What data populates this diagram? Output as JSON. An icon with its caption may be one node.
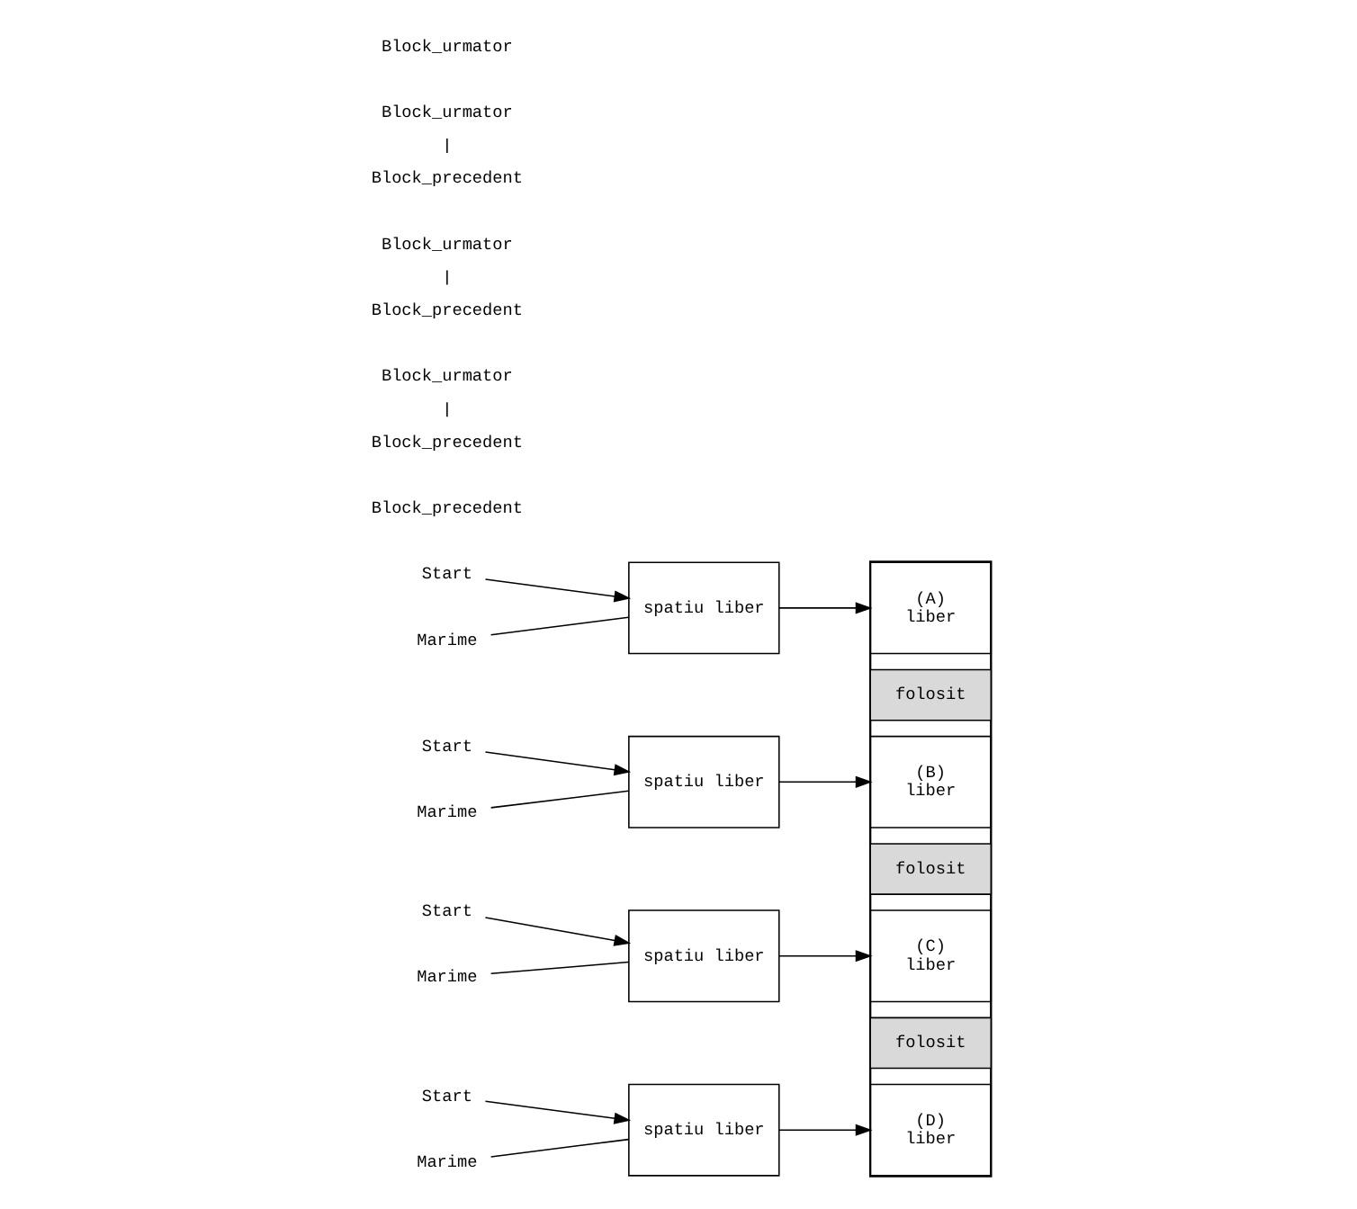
{
  "diagram": {
    "nodes": [
      {
        "text": [
          "Start"
        ]
      },
      {
        "text": [
          "Marime"
        ]
      },
      {
        "text": [
          "Block_precedent"
        ]
      },
      {
        "text": [
          "Block_urmator"
        ]
      },
      {
        "text": [
          "spatiu liber"
        ]
      },
      {
        "text": [
          "Start"
        ]
      },
      {
        "text": [
          "Marime"
        ]
      },
      {
        "text": [
          "Block_precedent"
        ]
      },
      {
        "text": [
          "Block_urmator"
        ]
      },
      {
        "text": [
          "spatiu liber"
        ]
      },
      {
        "text": [
          "Start"
        ]
      },
      {
        "text": [
          "Marime"
        ]
      },
      {
        "text": [
          "Block_precedent"
        ]
      },
      {
        "text": [
          "Block_urmator"
        ]
      },
      {
        "text": [
          "spatiu liber"
        ]
      },
      {
        "text": [
          "Start"
        ]
      },
      {
        "text": [
          "Marime"
        ]
      },
      {
        "text": [
          "Block_precedent"
        ]
      },
      {
        "text": [
          "Block_urmator"
        ]
      },
      {
        "text": [
          "spatiu liber"
        ]
      },
      {
        "text": [],
        "shape": "box"
      },
      {
        "text": [
          "(A)",
          "liber"
        ],
        "in": 20
      },
      {
        "text": [
          "folosit"
        ],
        "in": 20
      },
      {
        "text": [
          "(B)",
          "liber"
        ],
        "in": 20
      },
      {
        "text": [
          "folosit"
        ],
        "in": 20
      },
      {
        "text": [
          "(C)",
          "liber"
        ],
        "in": 20
      },
      {
        "text": [
          "folosit"
        ],
        "in": 20
      },
      {
        "text": [
          "(D)",
          "liber"
        ],
        "in": 20
      }
    ],
    "edges": [
      {
        "from": 0,
        "to": 4,
        "arrow": "to"
      },
      {
        "from": 1,
        "to": 4,
        "arrow": "none"
      },
      {
        "from": 4,
        "to": 21,
        "arrow": "to"
      },
      {
        "from": 3,
        "to": 7,
        "arrow": "none"
      },
      {
        "from": 5,
        "to": 9,
        "arrow": "to"
      },
      {
        "from": 6,
        "to": 9,
        "arrow": "none"
      },
      {
        "from": 9,
        "to": 23,
        "arrow": "to"
      },
      {
        "from": 8,
        "to": 12,
        "arrow": "none"
      },
      {
        "from": 10,
        "to": 14,
        "arrow": "to"
      },
      {
        "from": 11,
        "to": 14,
        "arrow": "none"
      },
      {
        "from": 14,
        "to": 25,
        "arrow": "to"
      },
      {
        "from": 13,
        "to": 17,
        "arrow": "none"
      },
      {
        "from": 15,
        "to": 19,
        "arrow": "to"
      },
      {
        "from": 16,
        "to": 19,
        "arrow": "none"
      },
      {
        "from": 19,
        "to": 27,
        "arrow": "to"
      }
    ]
  }
}
